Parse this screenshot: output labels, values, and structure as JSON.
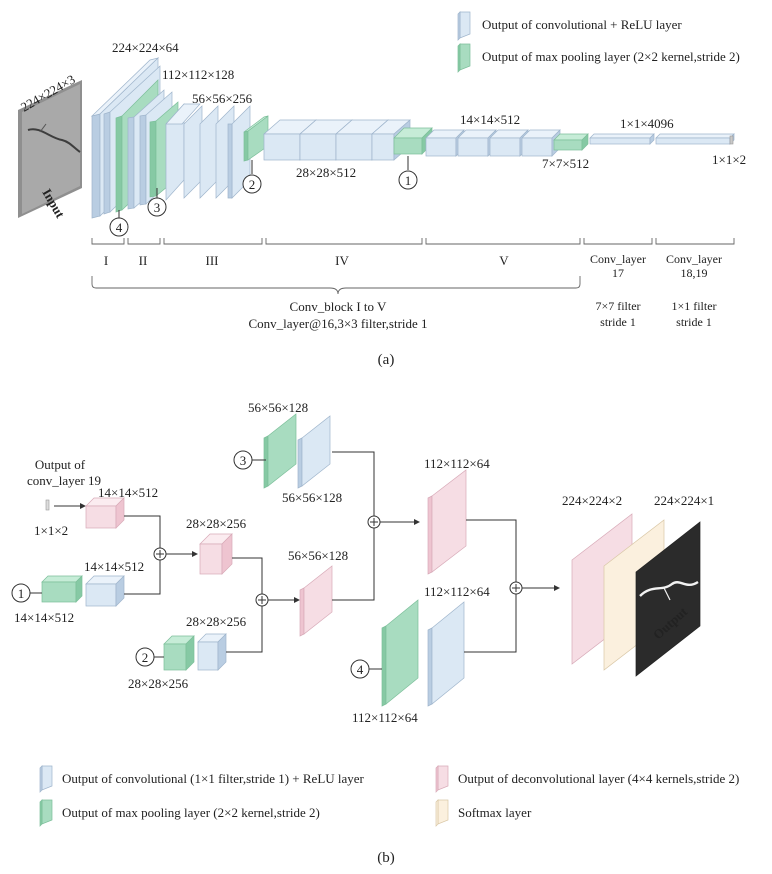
{
  "panel_a": {
    "legend": {
      "conv_relu": "Output of convolutional + ReLU layer",
      "maxpool": "Output of max pooling layer (2×2 kernel,stride 2)"
    },
    "input_size": "224×224×3",
    "input_label": "Input",
    "sizes": {
      "s224": "224×224×64",
      "s112": "112×112×128",
      "s56": "56×56×256",
      "s28": "28×28×512",
      "s14": "14×14×512",
      "s7": "7×7×512",
      "s4096": "1×1×4096",
      "s1x1x2": "1×1×2"
    },
    "markers": {
      "m1": "1",
      "m2": "2",
      "m3": "3",
      "m4": "4"
    },
    "blocks": {
      "b1": "I",
      "b2": "II",
      "b3": "III",
      "b4": "IV",
      "b5": "V"
    },
    "conv17": {
      "line1": "Conv_layer",
      "line2": "17",
      "filter": "7×7 filter",
      "stride": "stride 1"
    },
    "conv1819": {
      "line1": "Conv_layer",
      "line2": "18,19",
      "filter": "1×1 filter",
      "stride": "stride 1"
    },
    "summary_line1": "Conv_block I to V",
    "summary_line2": "Conv_layer@16,3×3 filter,stride 1",
    "caption": "(a)"
  },
  "panel_b": {
    "output_of_line1": "Output of",
    "output_of_line2": "conv_layer 19",
    "in_1x1x2": "1×1×2",
    "s14_pink": "14×14×512",
    "s14_blue": "14×14×512",
    "s14_green": "14×14×512",
    "s28_pink": "28×28×256",
    "s28_blue": "28×28×256",
    "s28_green": "28×28×256",
    "s56_green": "56×56×128",
    "s56_blue": "56×56×128",
    "s56_pink": "56×56×128",
    "s112_pink": "112×112×64",
    "s112_blue": "112×112×64",
    "s112_green": "112×112×64",
    "s224_pink": "224×224×2",
    "s224_out": "224×224×1",
    "output_label": "Output",
    "markers": {
      "m1": "1",
      "m2": "2",
      "m3": "3",
      "m4": "4"
    },
    "plus": "⊕",
    "legend": {
      "conv": "Output of convolutional (1×1 filter,stride 1) + ReLU layer",
      "maxpool": "Output of max pooling layer (2×2 kernel,stride 2)",
      "deconv": "Output of deconvolutional layer (4×4 kernels,stride 2)",
      "softmax": "Softmax layer"
    },
    "caption": "(b)"
  },
  "colors": {
    "conv_blue": "#dbe8f4",
    "maxpool_green": "#a8dcc0",
    "deconv_pink": "#f6dde4",
    "softmax_cream": "#fbf0de",
    "output_black": "#2b2b2b"
  }
}
